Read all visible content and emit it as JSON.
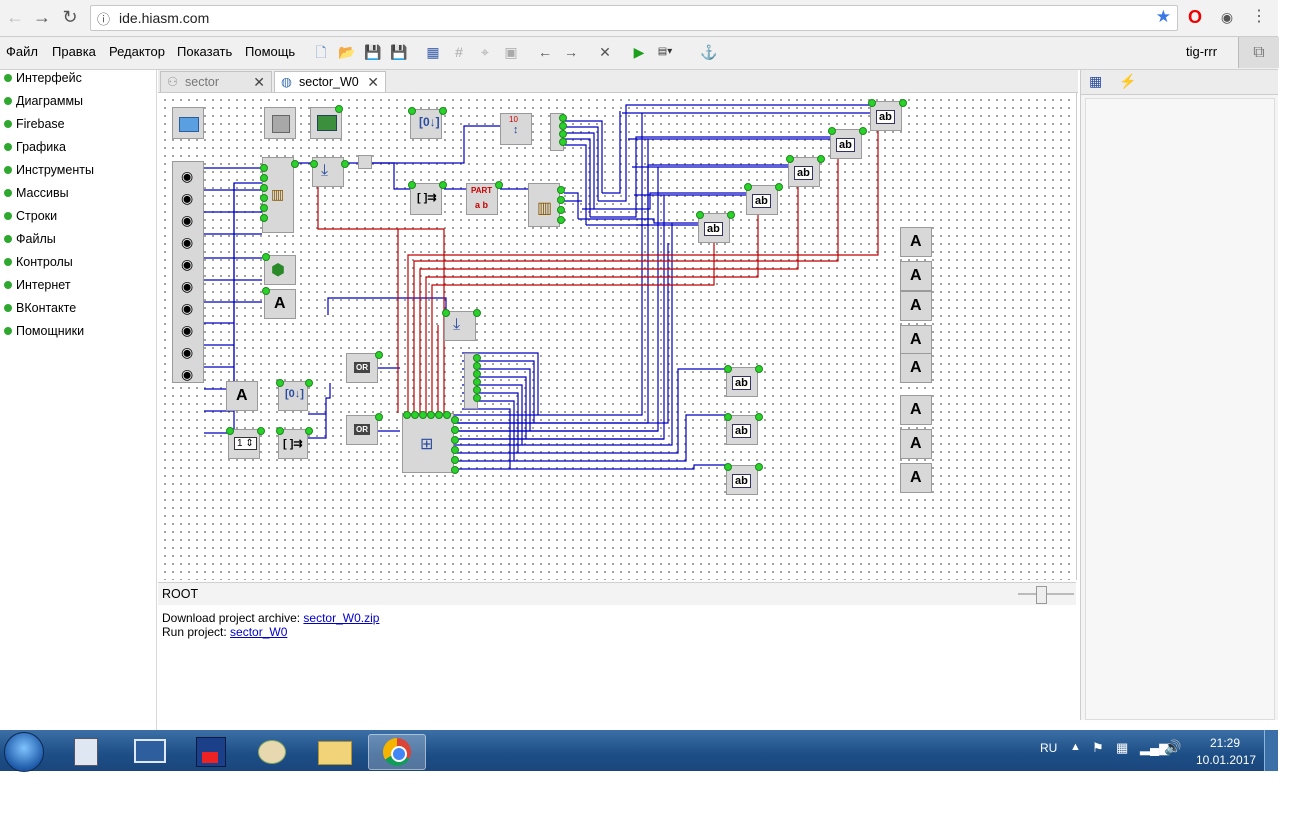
{
  "browser": {
    "url": "ide.hiasm.com"
  },
  "menu": {
    "items": [
      "Файл",
      "Правка",
      "Редактор",
      "Показать",
      "Помощь"
    ],
    "user": "tig-rrr"
  },
  "sidebar": {
    "items": [
      "Интерфейс",
      "Диаграммы",
      "Firebase",
      "Графика",
      "Инструменты",
      "Массивы",
      "Строки",
      "Файлы",
      "Контролы",
      "Интернет",
      "ВКонтакте",
      "Помощники"
    ]
  },
  "tabs": [
    {
      "label": "sector"
    },
    {
      "label": "sector_W0"
    }
  ],
  "canvas": {
    "or_label": "OR",
    "ab_label": "ab",
    "a_label": "A",
    "part_label": "PART",
    "part_sub": "a b",
    "num_label": "10"
  },
  "status": {
    "root": "ROOT"
  },
  "output": {
    "download_text": "Download project archive:",
    "download_link": "sector_W0.zip",
    "run_text": "Run project:",
    "run_link": "sector_W0"
  },
  "taskbar": {
    "lang": "RU",
    "time": "21:29",
    "date": "10.01.2017"
  },
  "colors": {
    "accent": "#2ea82e",
    "wire_blue": "#0000c0",
    "wire_red": "#c00000"
  }
}
